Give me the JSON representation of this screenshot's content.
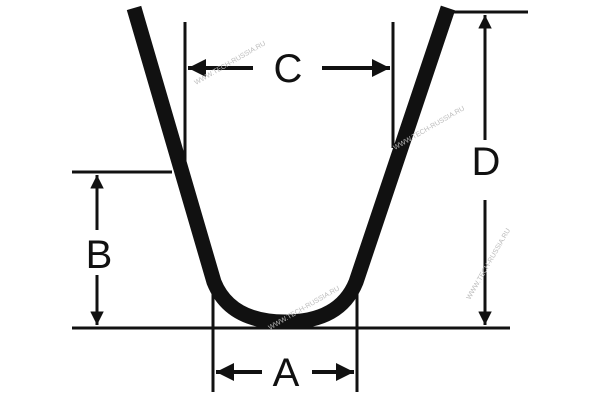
{
  "labels": {
    "a": "A",
    "b": "B",
    "c": "C",
    "d": "D"
  },
  "watermark": "WWW.TECH-RUSSIA.RU",
  "colors": {
    "line": "#111111",
    "background": "#ffffff"
  }
}
